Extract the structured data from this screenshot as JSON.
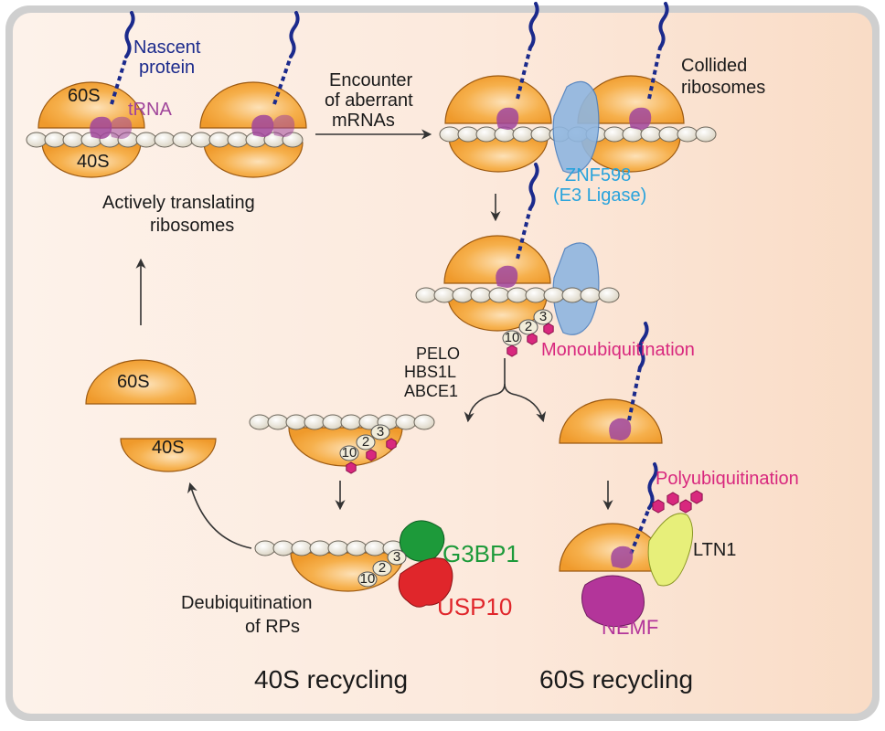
{
  "labels": {
    "nascent_protein_1": "Nascent",
    "nascent_protein_2": "protein",
    "s60_top": "60S",
    "trna": "tRNA",
    "s40_top": "40S",
    "actively_1": "Actively translating",
    "actively_2": "ribosomes",
    "encounter_1": "Encounter",
    "encounter_2": "of aberrant",
    "encounter_3": "mRNAs",
    "collided_1": "Collided",
    "collided_2": "ribosomes",
    "znf598_1": "ZNF598",
    "znf598_2": "(E3 Ligase)",
    "mono": "Monoubiquitination",
    "pelo": "PELO",
    "hbs1l": "HBS1L",
    "abce1": "ABCE1",
    "s60_free": "60S",
    "s40_free": "40S",
    "poly": "Polyubiquitination",
    "ltn1": "LTN1",
    "nemf": "NEMF",
    "g3bp1": "G3BP1",
    "usp10": "USP10",
    "deubiq_1": "Deubiquitination",
    "deubiq_2": "of RPs",
    "recycling_40s": "40S recycling",
    "recycling_60s": "60S recycling",
    "ub_10": "10",
    "ub_2": "2",
    "ub_3": "3"
  },
  "colors": {
    "ribosome": "#f5a53a",
    "protein_chain": "#1b2a8c",
    "trna": "#a0459b",
    "mrna_bead": "#e9e4d6",
    "znf598": "#8fb6e0",
    "znf598_text": "#29a3dc",
    "ubiquitin": "#d8287e",
    "g3bp1": "#1d9a3a",
    "usp10": "#e0262b",
    "ltn1": "#e7ef7a",
    "nemf": "#b3359a",
    "panel_bg": "#fbe9dc"
  }
}
